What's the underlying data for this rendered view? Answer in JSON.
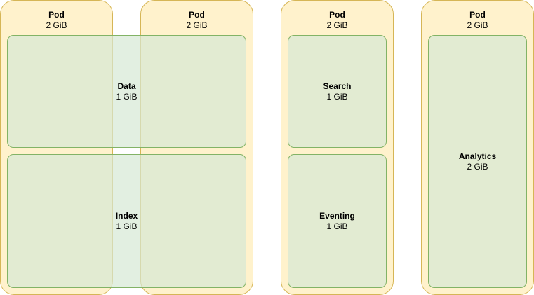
{
  "pods": [
    {
      "title": "Pod",
      "size": "2 GiB"
    },
    {
      "title": "Pod",
      "size": "2 GiB"
    },
    {
      "title": "Pod",
      "size": "2 GiB"
    },
    {
      "title": "Pod",
      "size": "2 GiB"
    }
  ],
  "services": {
    "data": {
      "title": "Data",
      "size": "1 GiB"
    },
    "index": {
      "title": "Index",
      "size": "1 GiB"
    },
    "search": {
      "title": "Search",
      "size": "1 GiB"
    },
    "eventing": {
      "title": "Eventing",
      "size": "1 GiB"
    },
    "analytics": {
      "title": "Analytics",
      "size": "2 GiB"
    }
  },
  "colors": {
    "pod_fill": "#fff2cc",
    "pod_stroke": "#d6b656",
    "service_fill": "#d5e8d4",
    "service_stroke": "#82b366"
  }
}
